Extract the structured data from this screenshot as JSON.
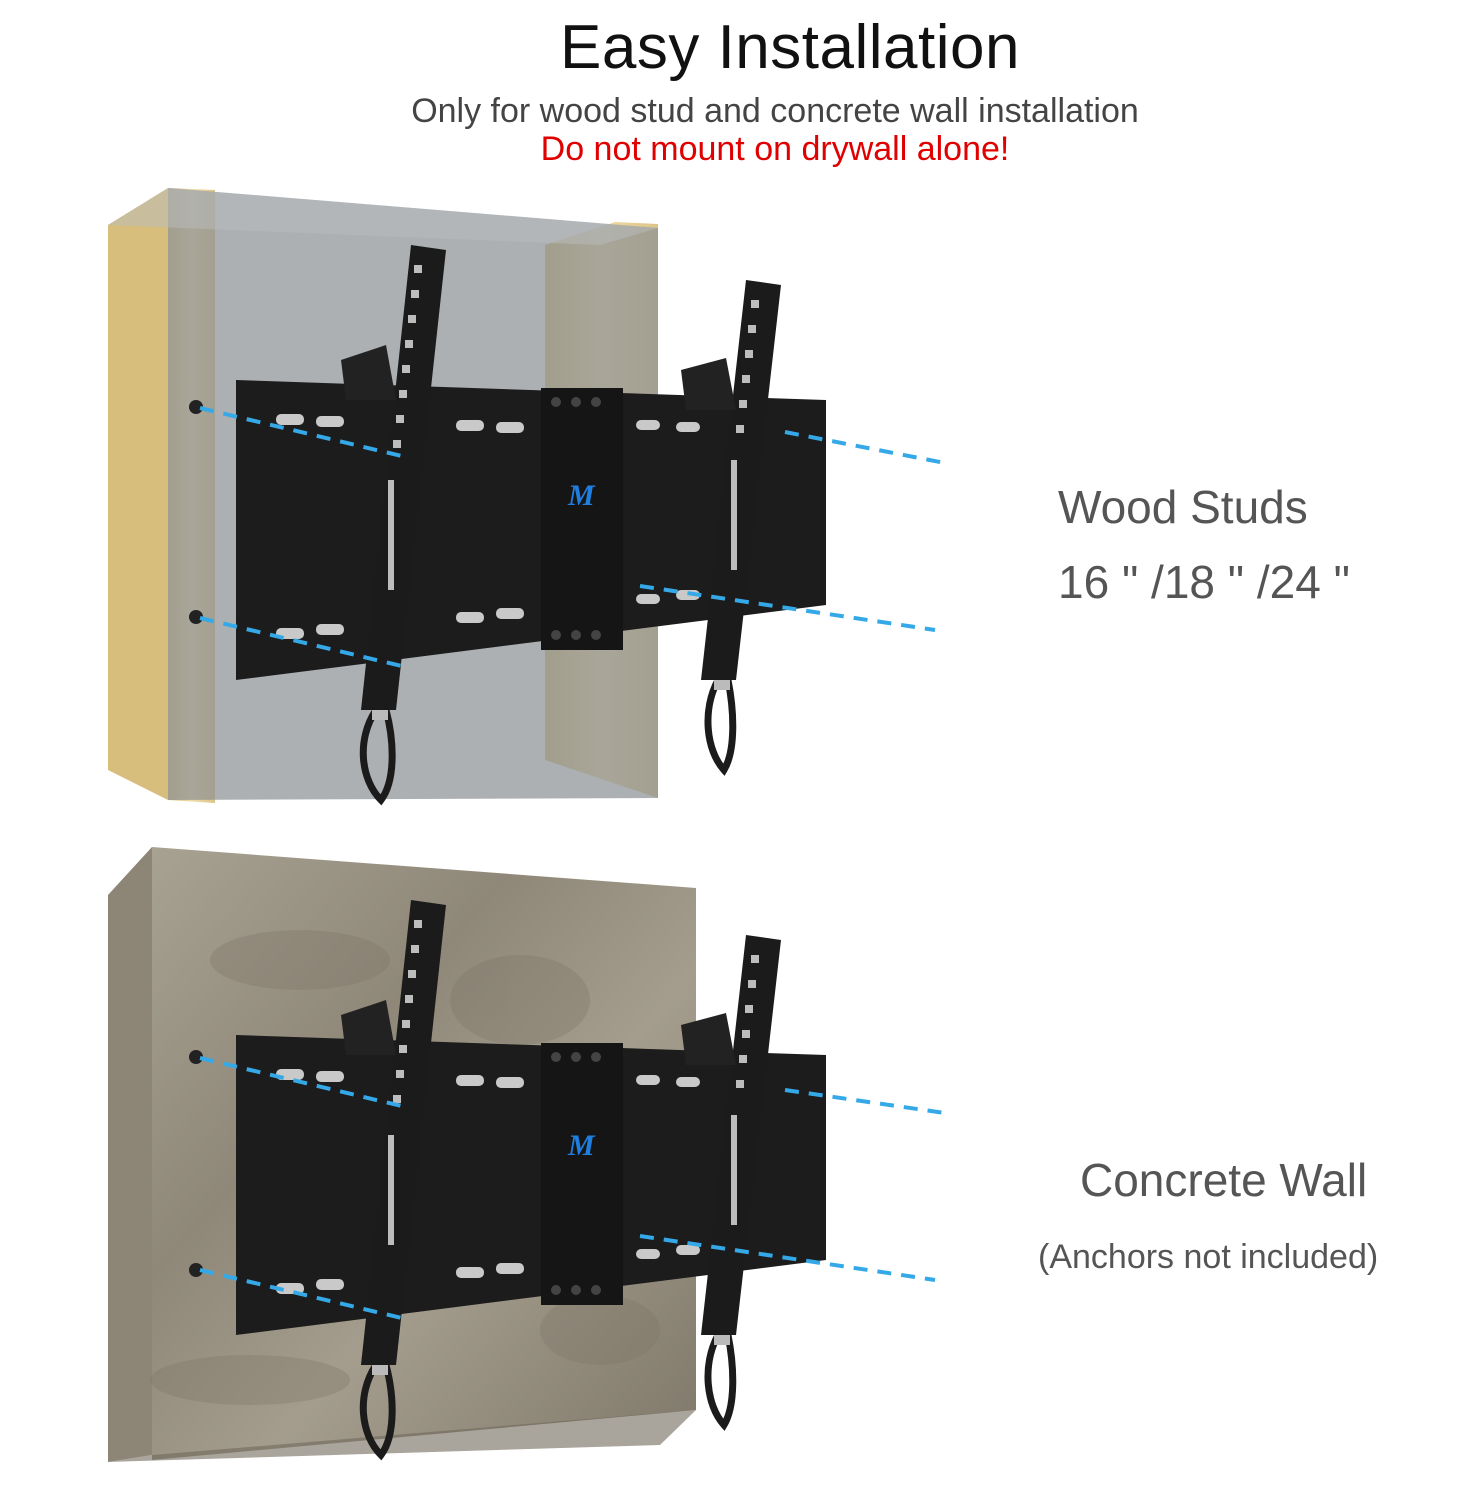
{
  "header": {
    "title": "Easy Installation",
    "subtitle": "Only for wood stud and concrete wall installation",
    "warning": "Do not mount on drywall alone!"
  },
  "panels": {
    "wood": {
      "label": "Wood Studs",
      "sublabel": "16 \" /18 \" /24 \""
    },
    "concrete": {
      "label": "Concrete Wall",
      "sublabel": "(Anchors not included)"
    }
  },
  "logo": {
    "text": "M",
    "color": "#1e7fe0"
  },
  "colors": {
    "warning": "#e10000",
    "guide_line": "#35a9e8",
    "wood": "#e8d49c",
    "drywall": "#9ea1a4",
    "concrete": "#9a9384",
    "bracket": "#1a1a1a"
  }
}
